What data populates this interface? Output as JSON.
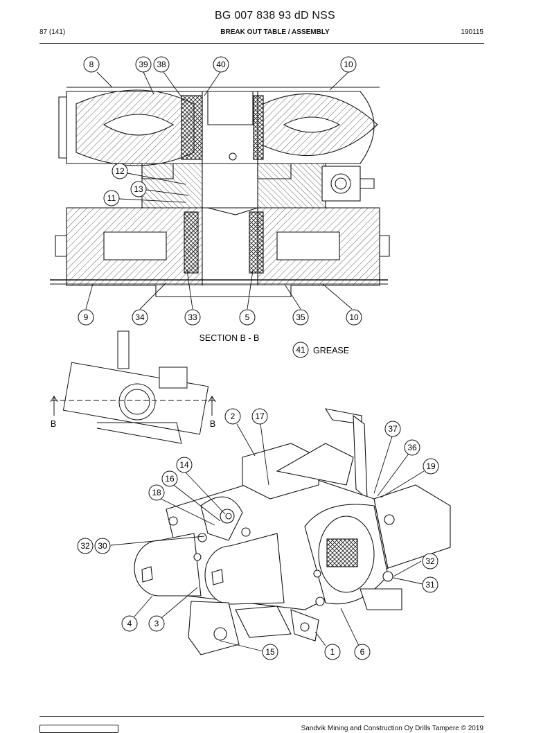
{
  "header": {
    "doc_number": "BG 007 838 93 dD NSS",
    "page": "87 (141)",
    "title": "BREAK OUT TABLE / ASSEMBLY",
    "date": "190115"
  },
  "section": {
    "label": "SECTION B - B",
    "cut_mark": "B"
  },
  "note": {
    "number": "41",
    "text": "GREASE"
  },
  "callouts": {
    "c8": "8",
    "c39": "39",
    "c38": "38",
    "c40": "40",
    "c10a": "10",
    "c12": "12",
    "c13": "13",
    "c11": "11",
    "c9": "9",
    "c34": "34",
    "c33": "33",
    "c5": "5",
    "c35": "35",
    "c10b": "10",
    "c2": "2",
    "c17": "17",
    "c37": "37",
    "c36": "36",
    "c19": "19",
    "c14": "14",
    "c16": "16",
    "c18": "18",
    "c32a": "32",
    "c30": "30",
    "c32b": "32",
    "c31": "31",
    "c4": "4",
    "c3": "3",
    "c1": "1",
    "c6": "6",
    "c15": "15"
  },
  "footer": {
    "copyright": "Sandvik Mining and Construction Oy Drills Tampere © 2019"
  }
}
